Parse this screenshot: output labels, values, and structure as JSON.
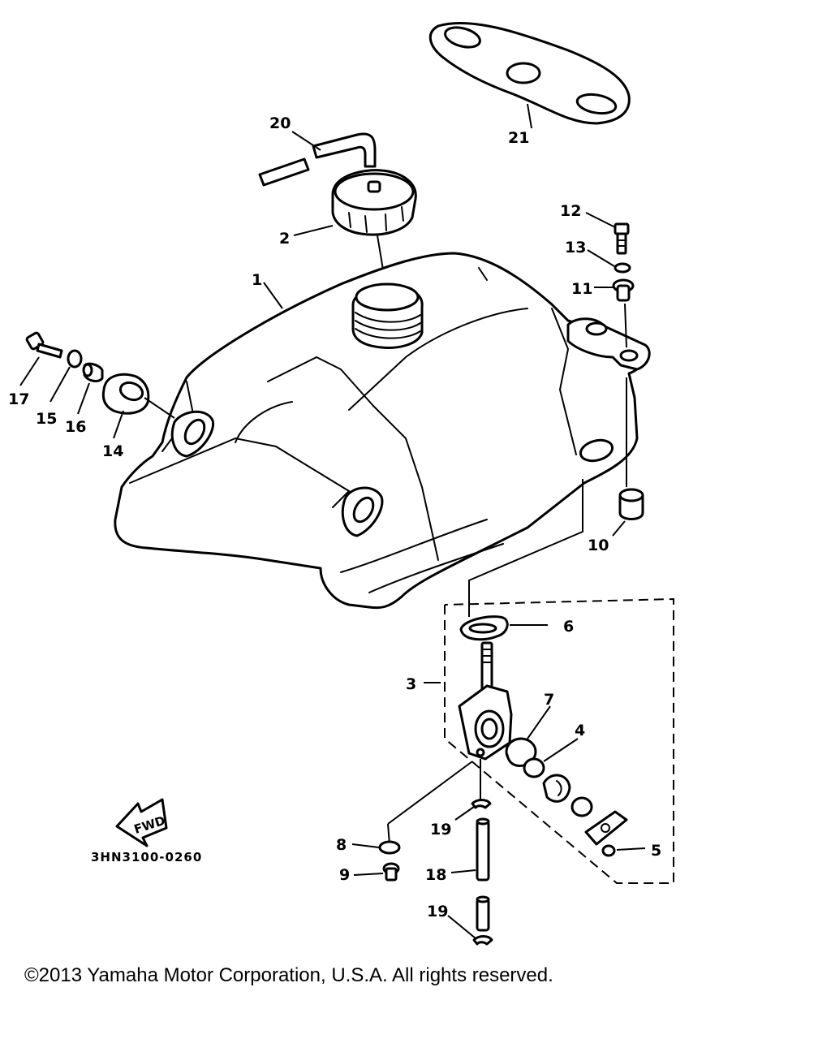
{
  "callouts": [
    "1",
    "2",
    "3",
    "4",
    "5",
    "6",
    "7",
    "8",
    "9",
    "10",
    "11",
    "12",
    "13",
    "14",
    "15",
    "16",
    "17",
    "18",
    "19",
    "19",
    "20",
    "21"
  ],
  "diagram_code": "3HN3100-0260",
  "fwd_label": "FWD",
  "copyright": "©2013 Yamaha Motor Corporation, U.S.A. All rights reserved."
}
